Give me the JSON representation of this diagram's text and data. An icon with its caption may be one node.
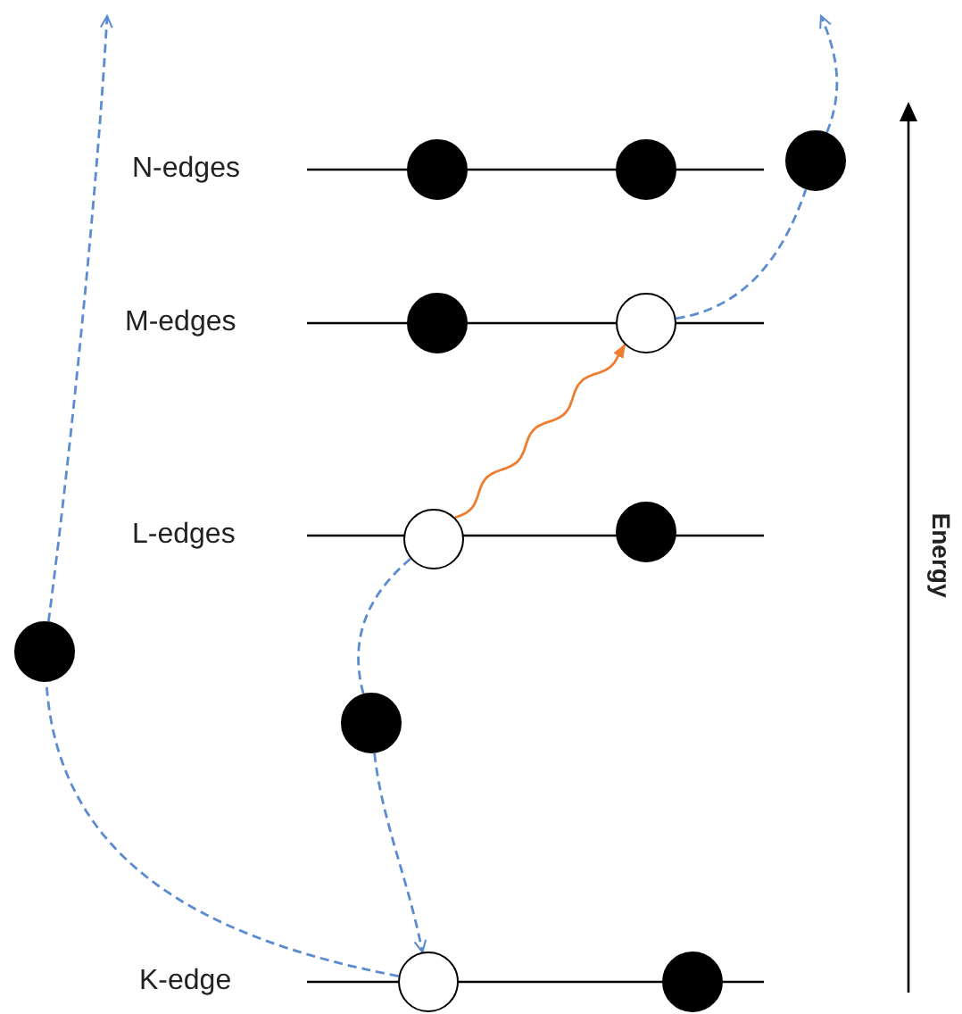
{
  "diagram": {
    "nodes": [
      {
        "text": [],
        "shape": "circle"
      },
      {
        "text": [],
        "shape": "circle"
      },
      {
        "text": [],
        "shape": "circle"
      },
      {
        "text": [],
        "shape": "circle"
      },
      {
        "text": [],
        "shape": "circle"
      },
      {
        "text": [],
        "shape": "circle"
      },
      {
        "text": [],
        "shape": "circle"
      },
      {
        "text": [],
        "shape": "circle"
      },
      {
        "text": [],
        "shape": "circle"
      },
      {
        "text": [],
        "shape": "circle"
      },
      {
        "text": [],
        "shape": "circle"
      }
    ],
    "edges": [
      {
        "from": 9,
        "to": 7,
        "arrow": "none",
        "style": "dashed"
      },
      {
        "from": 7,
        "to": null,
        "arrow": "to",
        "style": "dashed"
      },
      {
        "from": 5,
        "to": 8,
        "arrow": "none",
        "style": "dashed"
      },
      {
        "from": 8,
        "to": 9,
        "arrow": "to",
        "style": "dashed"
      },
      {
        "from": 5,
        "to": 4,
        "arrow": "to",
        "color": "#ed7d31"
      },
      {
        "from": 4,
        "to": 2,
        "arrow": "none",
        "style": "dashed"
      },
      {
        "from": 2,
        "to": null,
        "arrow": "to",
        "style": "dashed"
      }
    ],
    "labels": [
      "N-edges",
      "M-edges",
      "L-edges",
      "K-edge",
      "Energy"
    ]
  }
}
